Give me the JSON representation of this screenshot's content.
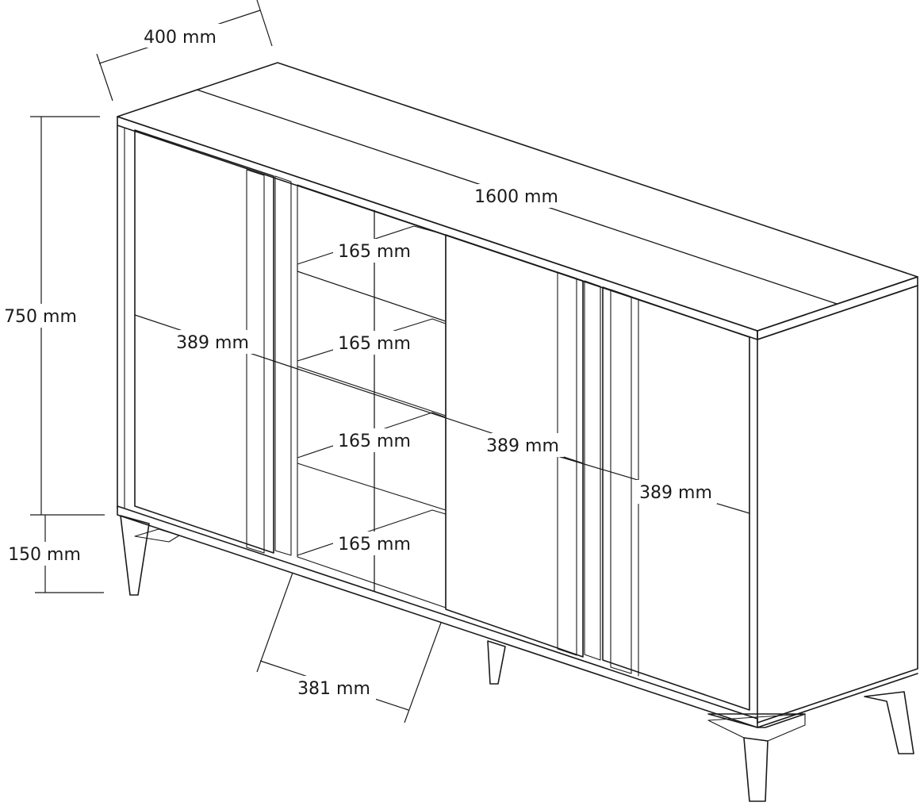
{
  "dimensions": {
    "depth": "400 mm",
    "width": "1600 mm",
    "height": "750 mm",
    "leg_height": "150 mm",
    "left_door_width": "389 mm",
    "middle_door_width": "389 mm",
    "right_door_width": "389 mm",
    "open_section_width": "381 mm",
    "shelf_heights": [
      "165 mm",
      "165 mm",
      "165 mm",
      "165 mm"
    ]
  }
}
